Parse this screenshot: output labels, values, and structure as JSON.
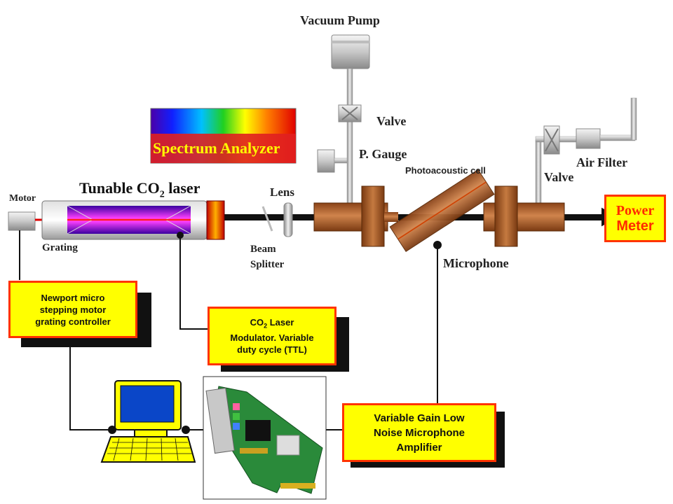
{
  "labels": {
    "vacuum_pump": "Vacuum Pump",
    "valve_top": "Valve",
    "p_gauge": "P. Gauge",
    "photoacoustic_cell": "Photoacoustic cell",
    "valve_right": "Valve",
    "air_filter": "Air Filter",
    "spectrum_analyzer": "Spectrum Analyzer",
    "laser_title_prefix": "Tunable CO",
    "laser_title_sub": "2",
    "laser_title_suffix": " laser",
    "lens": "Lens",
    "motor": "Motor",
    "grating": "Grating",
    "beam_splitter_1": "Beam",
    "beam_splitter_2": "Splitter",
    "microphone": "Microphone",
    "power": "Power",
    "meter": "Meter"
  },
  "boxes": {
    "newport": [
      "Newport micro",
      "stepping motor",
      "grating controller"
    ],
    "modulator_line1_prefix": "CO",
    "modulator_line1_sub": "2",
    "modulator_line1_suffix": " Laser",
    "modulator_line2": "Modulator. Variable",
    "modulator_line3": "duty cycle (TTL)",
    "amplifier": [
      "Variable Gain Low",
      "Noise Microphone",
      "Amplifier"
    ]
  },
  "colors": {
    "box_fill": "#ffff00",
    "box_border": "#ff3300",
    "cell_copper": "#b5642e"
  }
}
